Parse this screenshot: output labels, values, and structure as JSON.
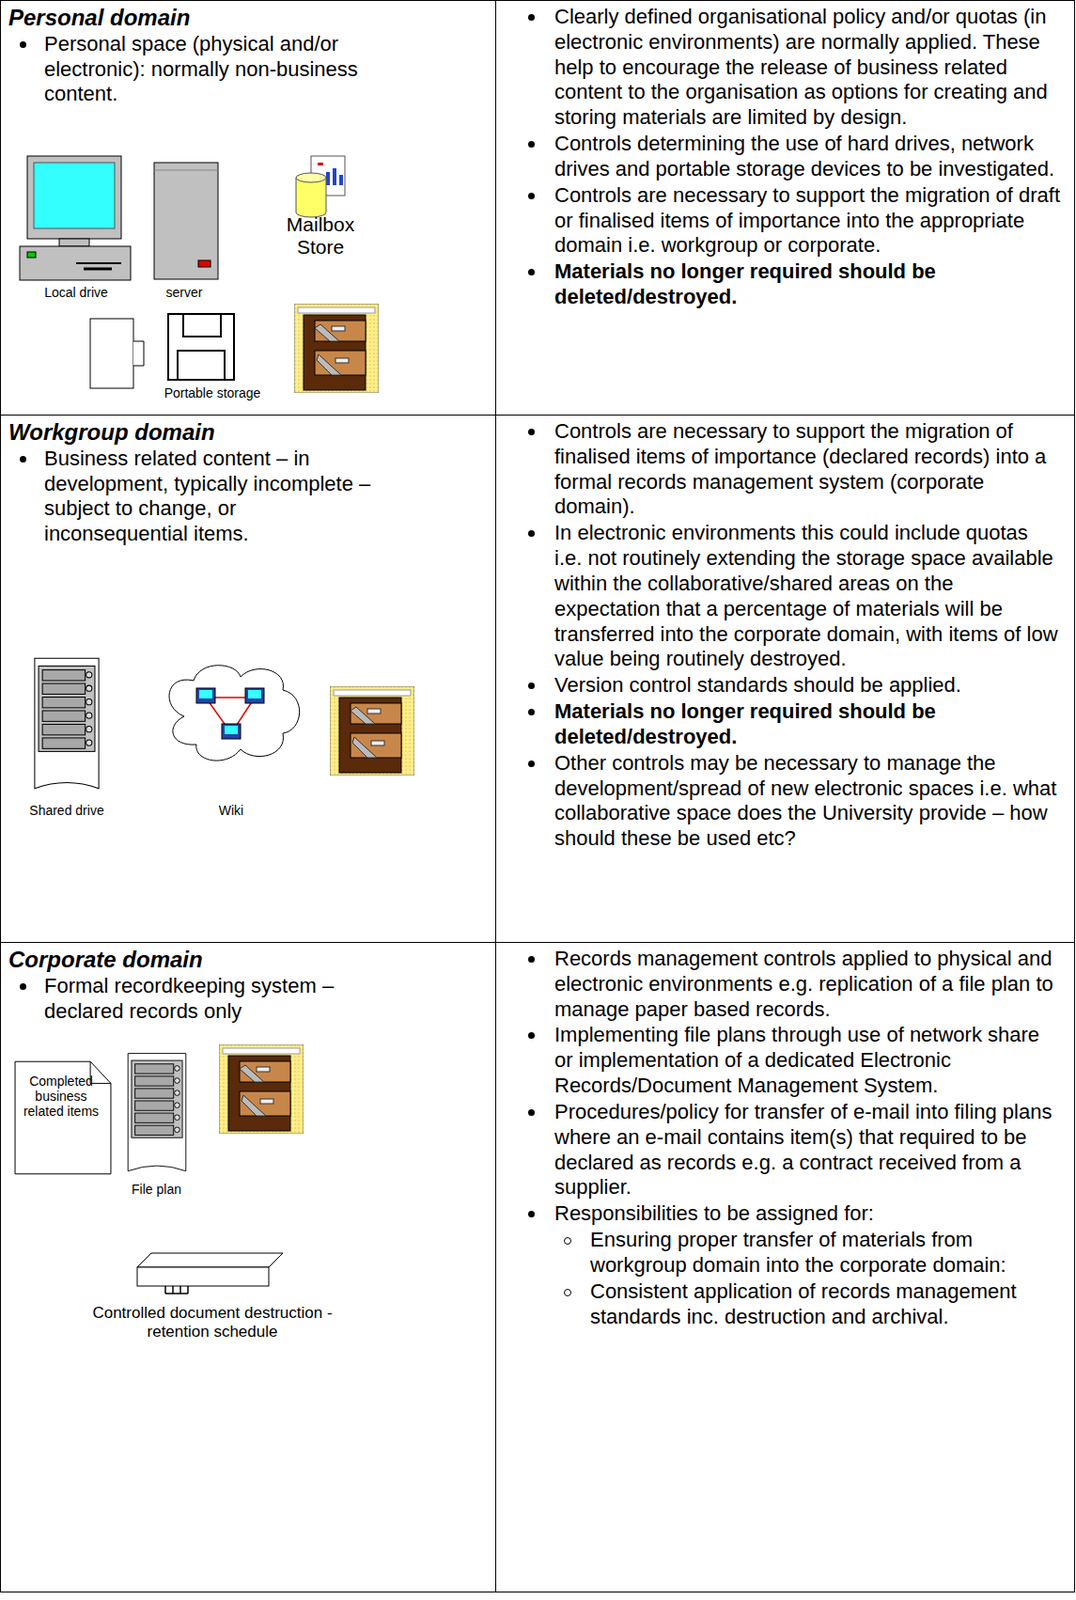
{
  "diagram": {
    "nodes": [
      {
        "text": [
          "Personal domain",
          "Personal space (physical and/or electronic): normally non-business content."
        ]
      },
      {
        "text": [
          "Clearly defined organisational policy and/or quotas (in electronic environments) are normally applied. These help to encourage the release of business related content to the organisation as options for creating and storing materials are limited by design.",
          "Controls determining the use of hard drives, network drives and portable storage devices to be investigated.",
          "Controls are necessary to support the migration of draft or finalised items of importance into the appropriate domain i.e. workgroup or corporate.",
          "Materials no longer required should be deleted/destroyed."
        ]
      },
      {
        "text": [
          "Workgroup domain",
          "Business related content – in development, typically incomplete – subject to change, or inconsequential items."
        ]
      },
      {
        "text": [
          "Controls are necessary to support the migration of finalised items of importance (declared records) into a formal records management system (corporate domain).",
          "In electronic environments this could include quotas i.e. not routinely extending the storage space available within the collaborative/shared areas on the expectation that a percentage of materials will be transferred into the corporate domain, with items of low value being routinely destroyed.",
          "Version control standards should be applied.",
          "Materials no longer required should be deleted/destroyed.",
          "Other controls may be necessary to manage the development/spread of new electronic spaces i.e. what collaborative space does the University provide – how should these be used etc?"
        ]
      },
      {
        "text": [
          "Corporate domain",
          "Formal recordkeeping system – declared records only"
        ]
      },
      {
        "text": [
          "Records management controls applied to physical and electronic environments e.g. replication of a file plan to manage paper based records.",
          "Implementing file plans through use of network share or implementation of a dedicated Electronic Records/Document Management System.",
          "Procedures/policy for transfer of e-mail into filing plans where an e-mail contains item(s) that required to be declared as records e.g. a contract received from a supplier.",
          "Responsibilities to be assigned for:",
          "Ensuring proper transfer of materials from workgroup domain into the corporate domain:",
          "Consistent application of records management standards inc. destruction and archival."
        ]
      },
      {
        "text": [
          "Completed business related items"
        ],
        "in": 4
      }
    ],
    "labels": [
      "Local drive",
      "server",
      "Mailbox Store",
      "Portable storage",
      "Shared drive",
      "Wiki",
      "File plan",
      "Controlled document destruction - retention schedule"
    ]
  }
}
